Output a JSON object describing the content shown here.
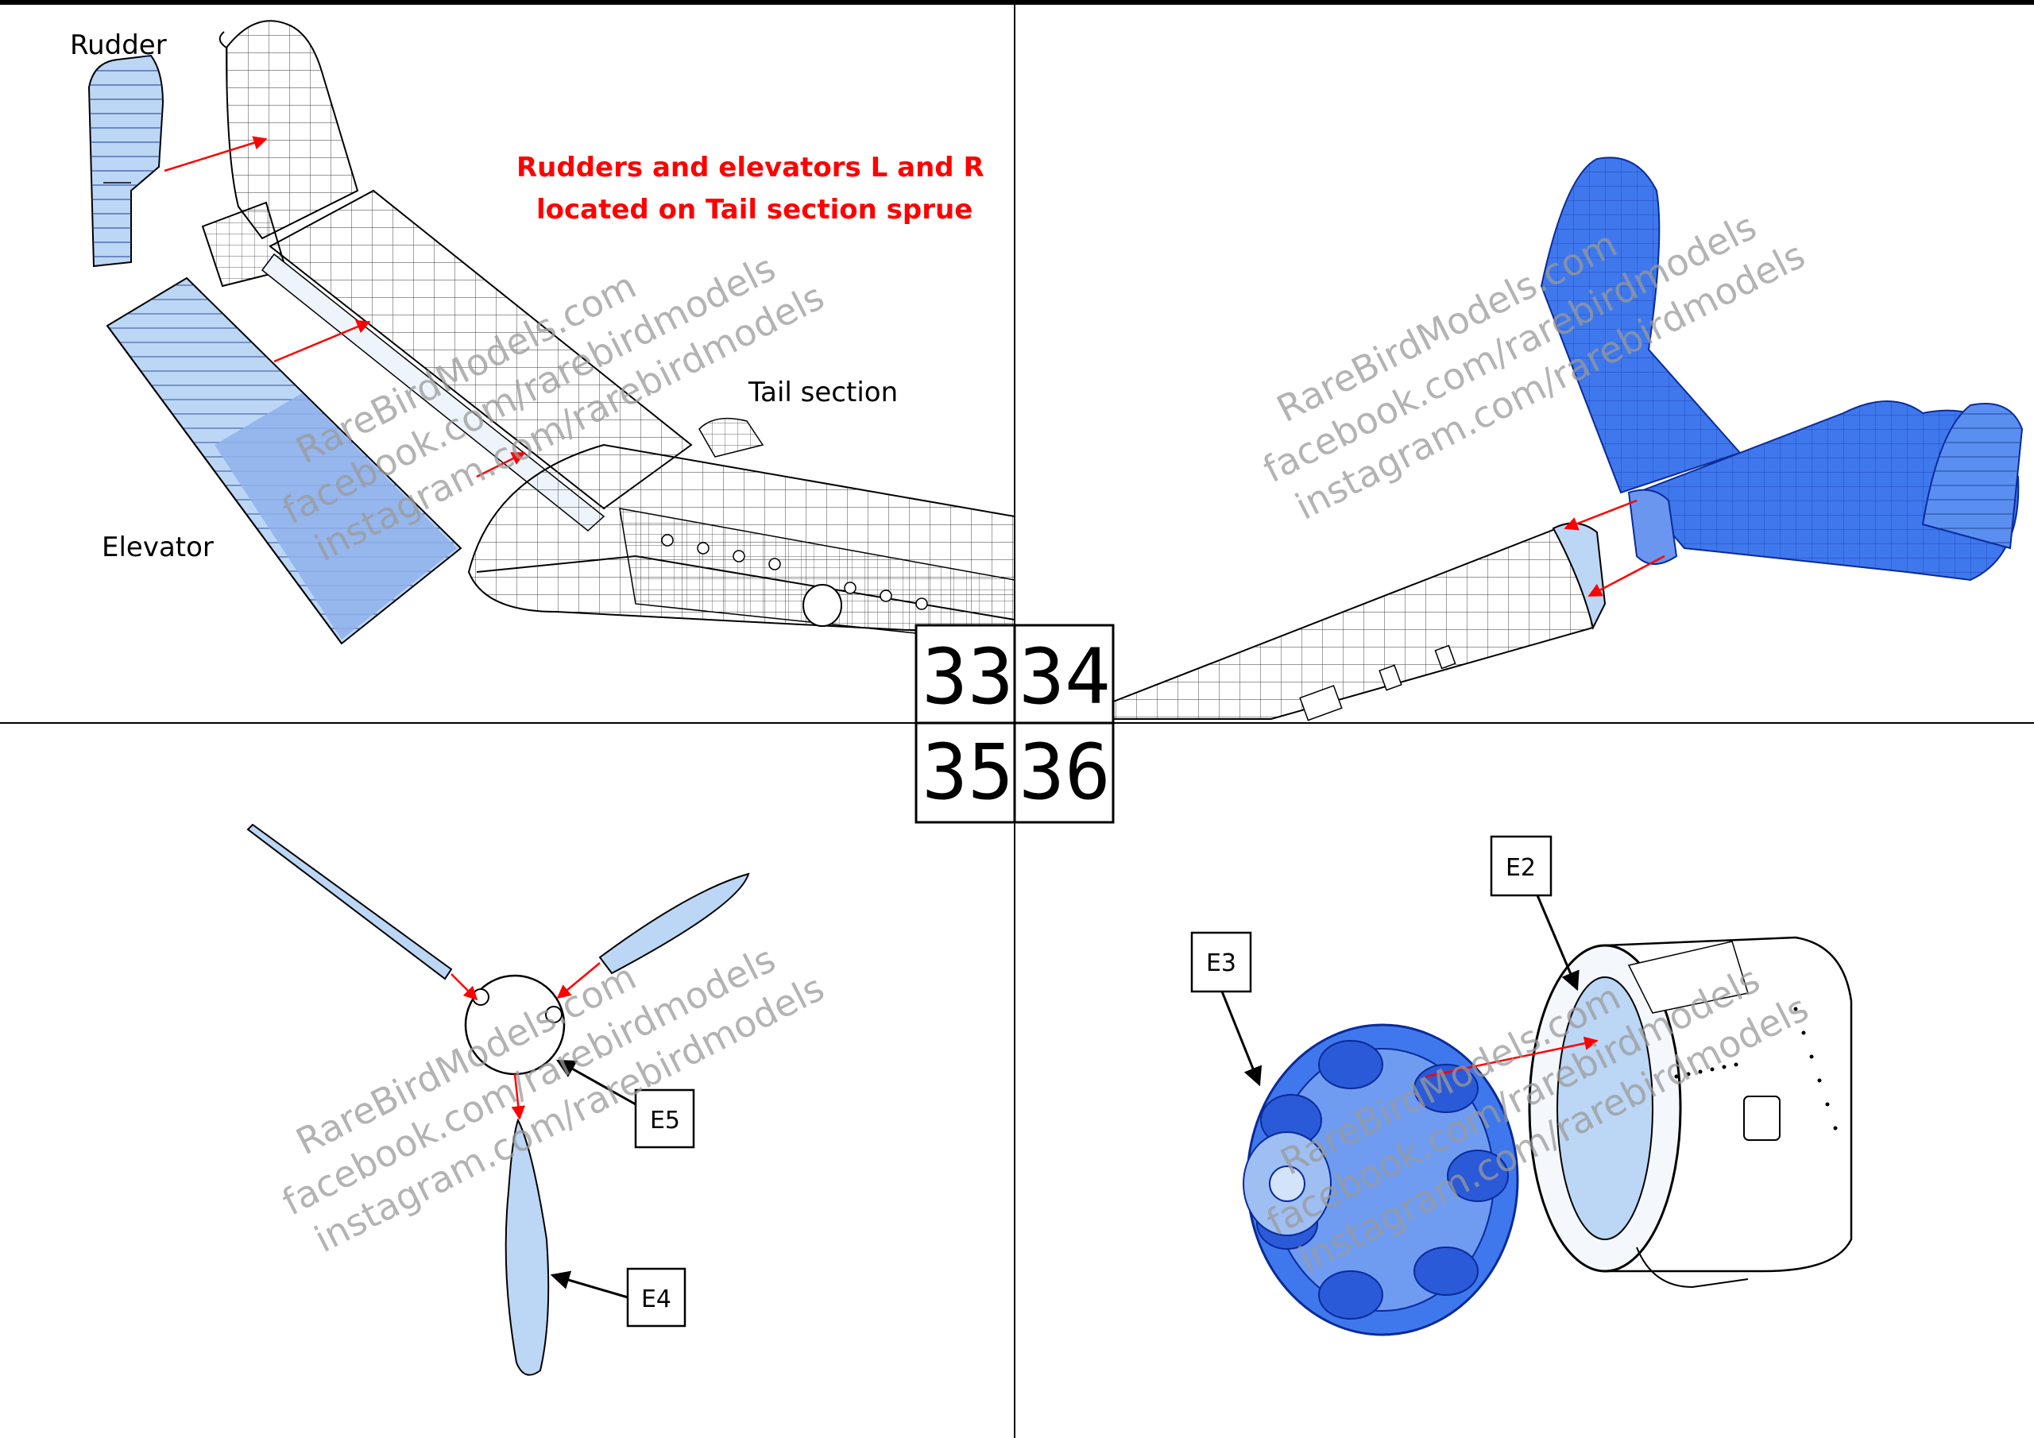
{
  "labels": {
    "rudder": "Rudder",
    "elevator": "Elevator",
    "tail_section": "Tail section"
  },
  "note": {
    "line1": "Rudders and elevators L and R",
    "line2": "located on Tail section sprue"
  },
  "steps": [
    "33",
    "34",
    "35",
    "36"
  ],
  "callouts": {
    "e2": "E2",
    "e3": "E3",
    "e4": "E4",
    "e5": "E5"
  },
  "watermarks": {
    "site": "RareBirdModels.com",
    "facebook": "facebook.com/rarebirdmodels",
    "instagram": "instagram.com/rarebirdmodels"
  },
  "colors": {
    "part_fill": "#bcd6f5",
    "part_highlight": "#3f78ec",
    "arrow": "#ff0000",
    "line": "#000000"
  }
}
